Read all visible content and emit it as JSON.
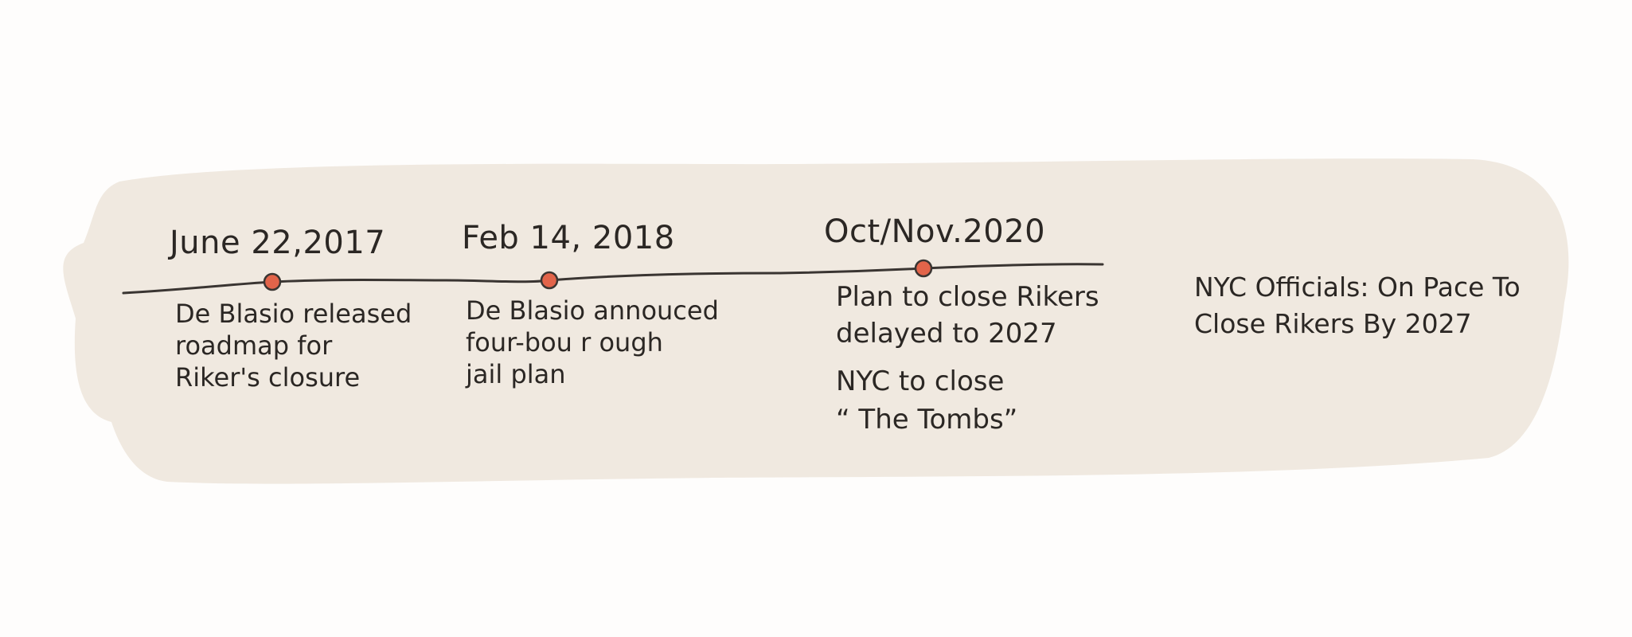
{
  "timeline": {
    "colors": {
      "background": "#fefdfc",
      "band": "#f0e9e0",
      "line": "#3a3532",
      "marker": "#e2644a",
      "text": "#2b2724"
    },
    "events": [
      {
        "date": "June 22,2017",
        "desc_lines": [
          "De Blasio released",
          "roadmap for",
          "Riker's closure"
        ]
      },
      {
        "date": "Feb 14, 2018",
        "desc_lines": [
          "De Blasio annouced",
          "four-bou r ough",
          "jail plan"
        ]
      },
      {
        "date": "Oct/Nov.2020",
        "desc_lines": [
          "Plan to close Rikers",
          "delayed to 2027"
        ],
        "desc2_lines": [
          "NYC to close",
          "“ The Tombs”"
        ]
      }
    ],
    "end_note": {
      "lines": [
        "NYC Officials: On Pace To",
        "Close Rikers By 2027"
      ]
    }
  }
}
